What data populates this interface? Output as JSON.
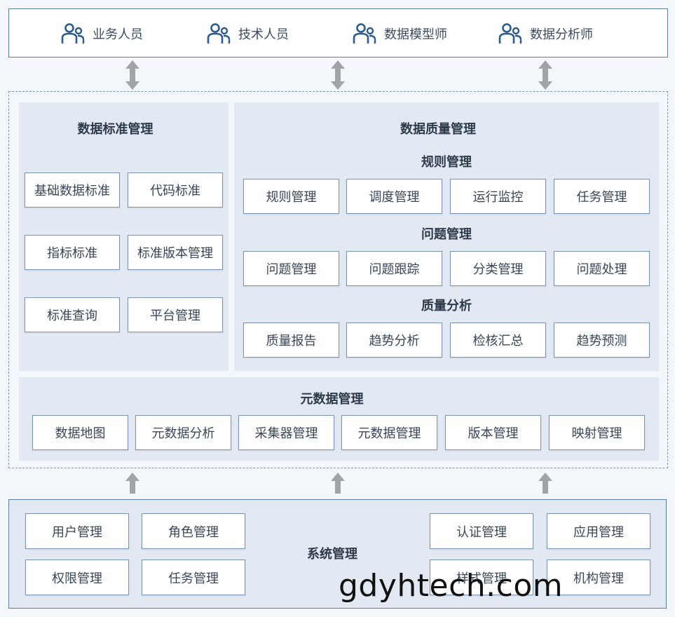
{
  "roles": [
    "业务人员",
    "技术人员",
    "数据模型师",
    "数据分析师"
  ],
  "standards": {
    "title": "数据标准管理",
    "items": [
      "基础数据标准",
      "代码标准",
      "指标标准",
      "标准版本管理",
      "标准查询",
      "平台管理"
    ]
  },
  "quality": {
    "title": "数据质量管理",
    "groups": [
      {
        "title": "规则管理",
        "items": [
          "规则管理",
          "调度管理",
          "运行监控",
          "任务管理"
        ]
      },
      {
        "title": "问题管理",
        "items": [
          "问题管理",
          "问题跟踪",
          "分类管理",
          "问题处理"
        ]
      },
      {
        "title": "质量分析",
        "items": [
          "质量报告",
          "趋势分析",
          "检核汇总",
          "趋势预测"
        ]
      }
    ]
  },
  "metadata": {
    "title": "元数据管理",
    "items": [
      "数据地图",
      "元数据分析",
      "采集器管理",
      "元数据管理",
      "版本管理",
      "映射管理"
    ]
  },
  "system": {
    "title": "系统管理",
    "left_items": [
      "用户管理",
      "角色管理",
      "权限管理",
      "任务管理"
    ],
    "right_items": [
      "认证管理",
      "应用管理",
      "样式管理",
      "机构管理"
    ]
  },
  "watermark": "gdyhtech.com",
  "colors": {
    "border": "#5d7fa3",
    "panel": "#e3e9f2",
    "arrow": "#a0a4a9",
    "icon": "#2b5a8c"
  }
}
